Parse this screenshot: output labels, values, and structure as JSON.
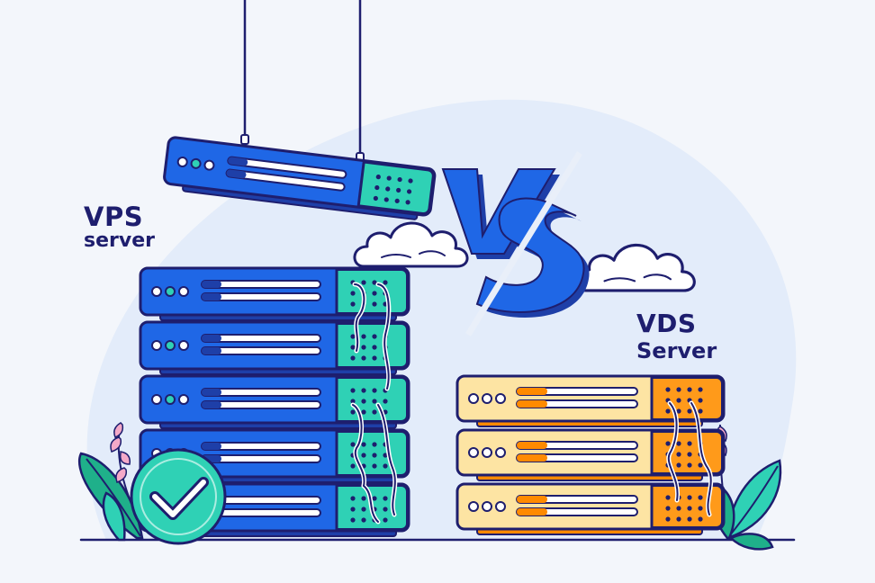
{
  "vps": {
    "title": "VPS",
    "subtitle": "server"
  },
  "vds": {
    "title": "VDS",
    "subtitle": "Server"
  },
  "versus": "VS",
  "colors": {
    "background": "#f3f6fb",
    "backdrop_blob": "#e3ecfa",
    "outline": "#1e1e6e",
    "vps_blue": "#1f67e6",
    "vps_teal": "#2fd1b5",
    "vds_cream": "#fde4a3",
    "vds_orange": "#ff9a1a",
    "check_teal": "#2fd1b5",
    "leaf_green": "#1fb08a"
  },
  "icons": {
    "checkmark": "checkmark-badge-icon",
    "cloud": "cloud-icon",
    "plant": "plant-leaves-icon"
  }
}
